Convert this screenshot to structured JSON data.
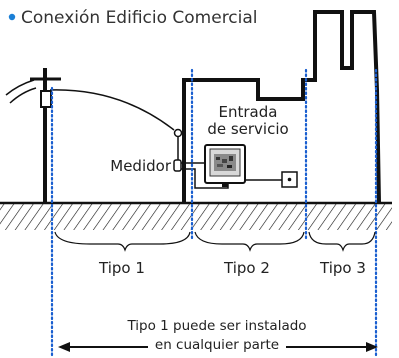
{
  "title": "Conexión Edificio Comercial",
  "labels": {
    "entrada_line1": "Entrada",
    "entrada_line2": "de servicio",
    "medidor": "Medidor",
    "tipo1": "Tipo 1",
    "tipo2": "Tipo 2",
    "tipo3": "Tipo 3",
    "footer_line1": "Tipo 1 puede ser instalado",
    "footer_line2": "en cualquier parte"
  },
  "colors": {
    "bullet": "#1a7fd6",
    "zone_lines": "#1a5fd0",
    "structure": "#111111",
    "ground_hatch": "#111111"
  },
  "icons": {
    "bullet": "dot-bullet-icon",
    "meter": "electric-meter-icon",
    "pole": "utility-pole-icon",
    "disconnect": "disconnect-switch-icon"
  }
}
